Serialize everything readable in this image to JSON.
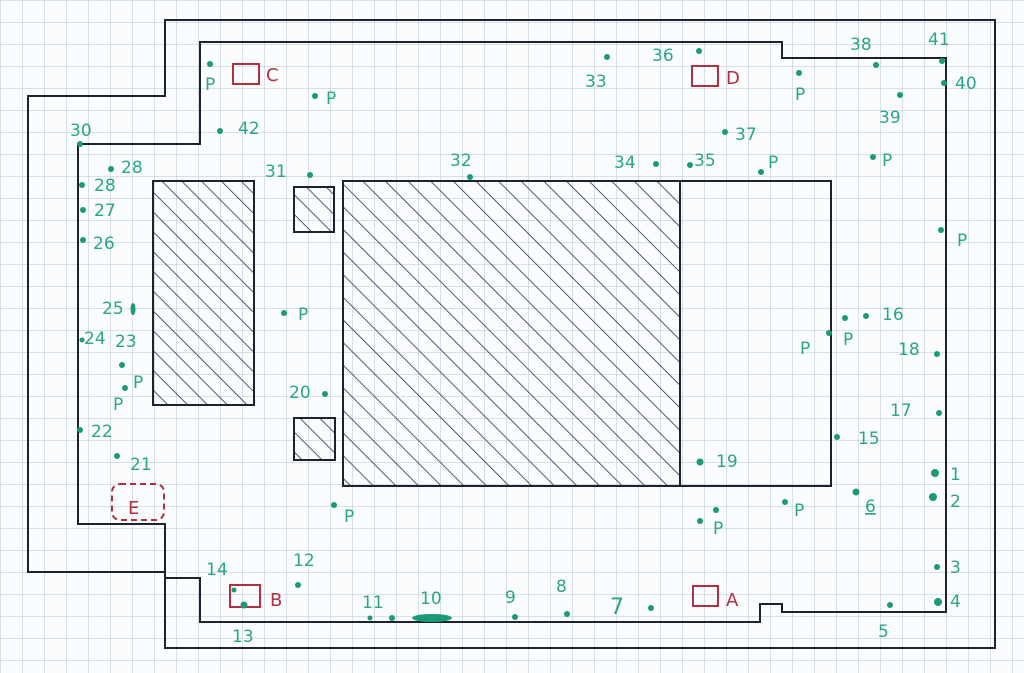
{
  "colors": {
    "ink": "#1e2230",
    "hatch": "#2b3050",
    "marker": "#1a9a76",
    "label": "#2aa58a",
    "station": "#b03040"
  },
  "stations": {
    "a": "A",
    "b": "B",
    "c": "C",
    "d": "D",
    "e": "E"
  },
  "points": {
    "n1": "1",
    "n2": "2",
    "n3": "3",
    "n4": "4",
    "n5": "5",
    "n6": "6",
    "n7": "7",
    "n8": "8",
    "n9": "9",
    "n10": "10",
    "n11": "11",
    "n12": "12",
    "n13": "13",
    "n14": "14",
    "n15": "15",
    "n16": "16",
    "n17": "17",
    "n18": "18",
    "n19": "19",
    "n20": "20",
    "n21": "21",
    "n22": "22",
    "n23": "23",
    "n24": "24",
    "n25": "25",
    "n26": "26",
    "n27": "27",
    "n28": "28",
    "n29": "28",
    "n30": "30",
    "n31": "31",
    "n32": "32",
    "n33": "33",
    "n34": "34",
    "n35": "35",
    "n36": "36",
    "n37": "37",
    "n38": "38",
    "n39": "39",
    "n40": "40",
    "n41": "41",
    "n42": "42"
  },
  "p_label": "P"
}
